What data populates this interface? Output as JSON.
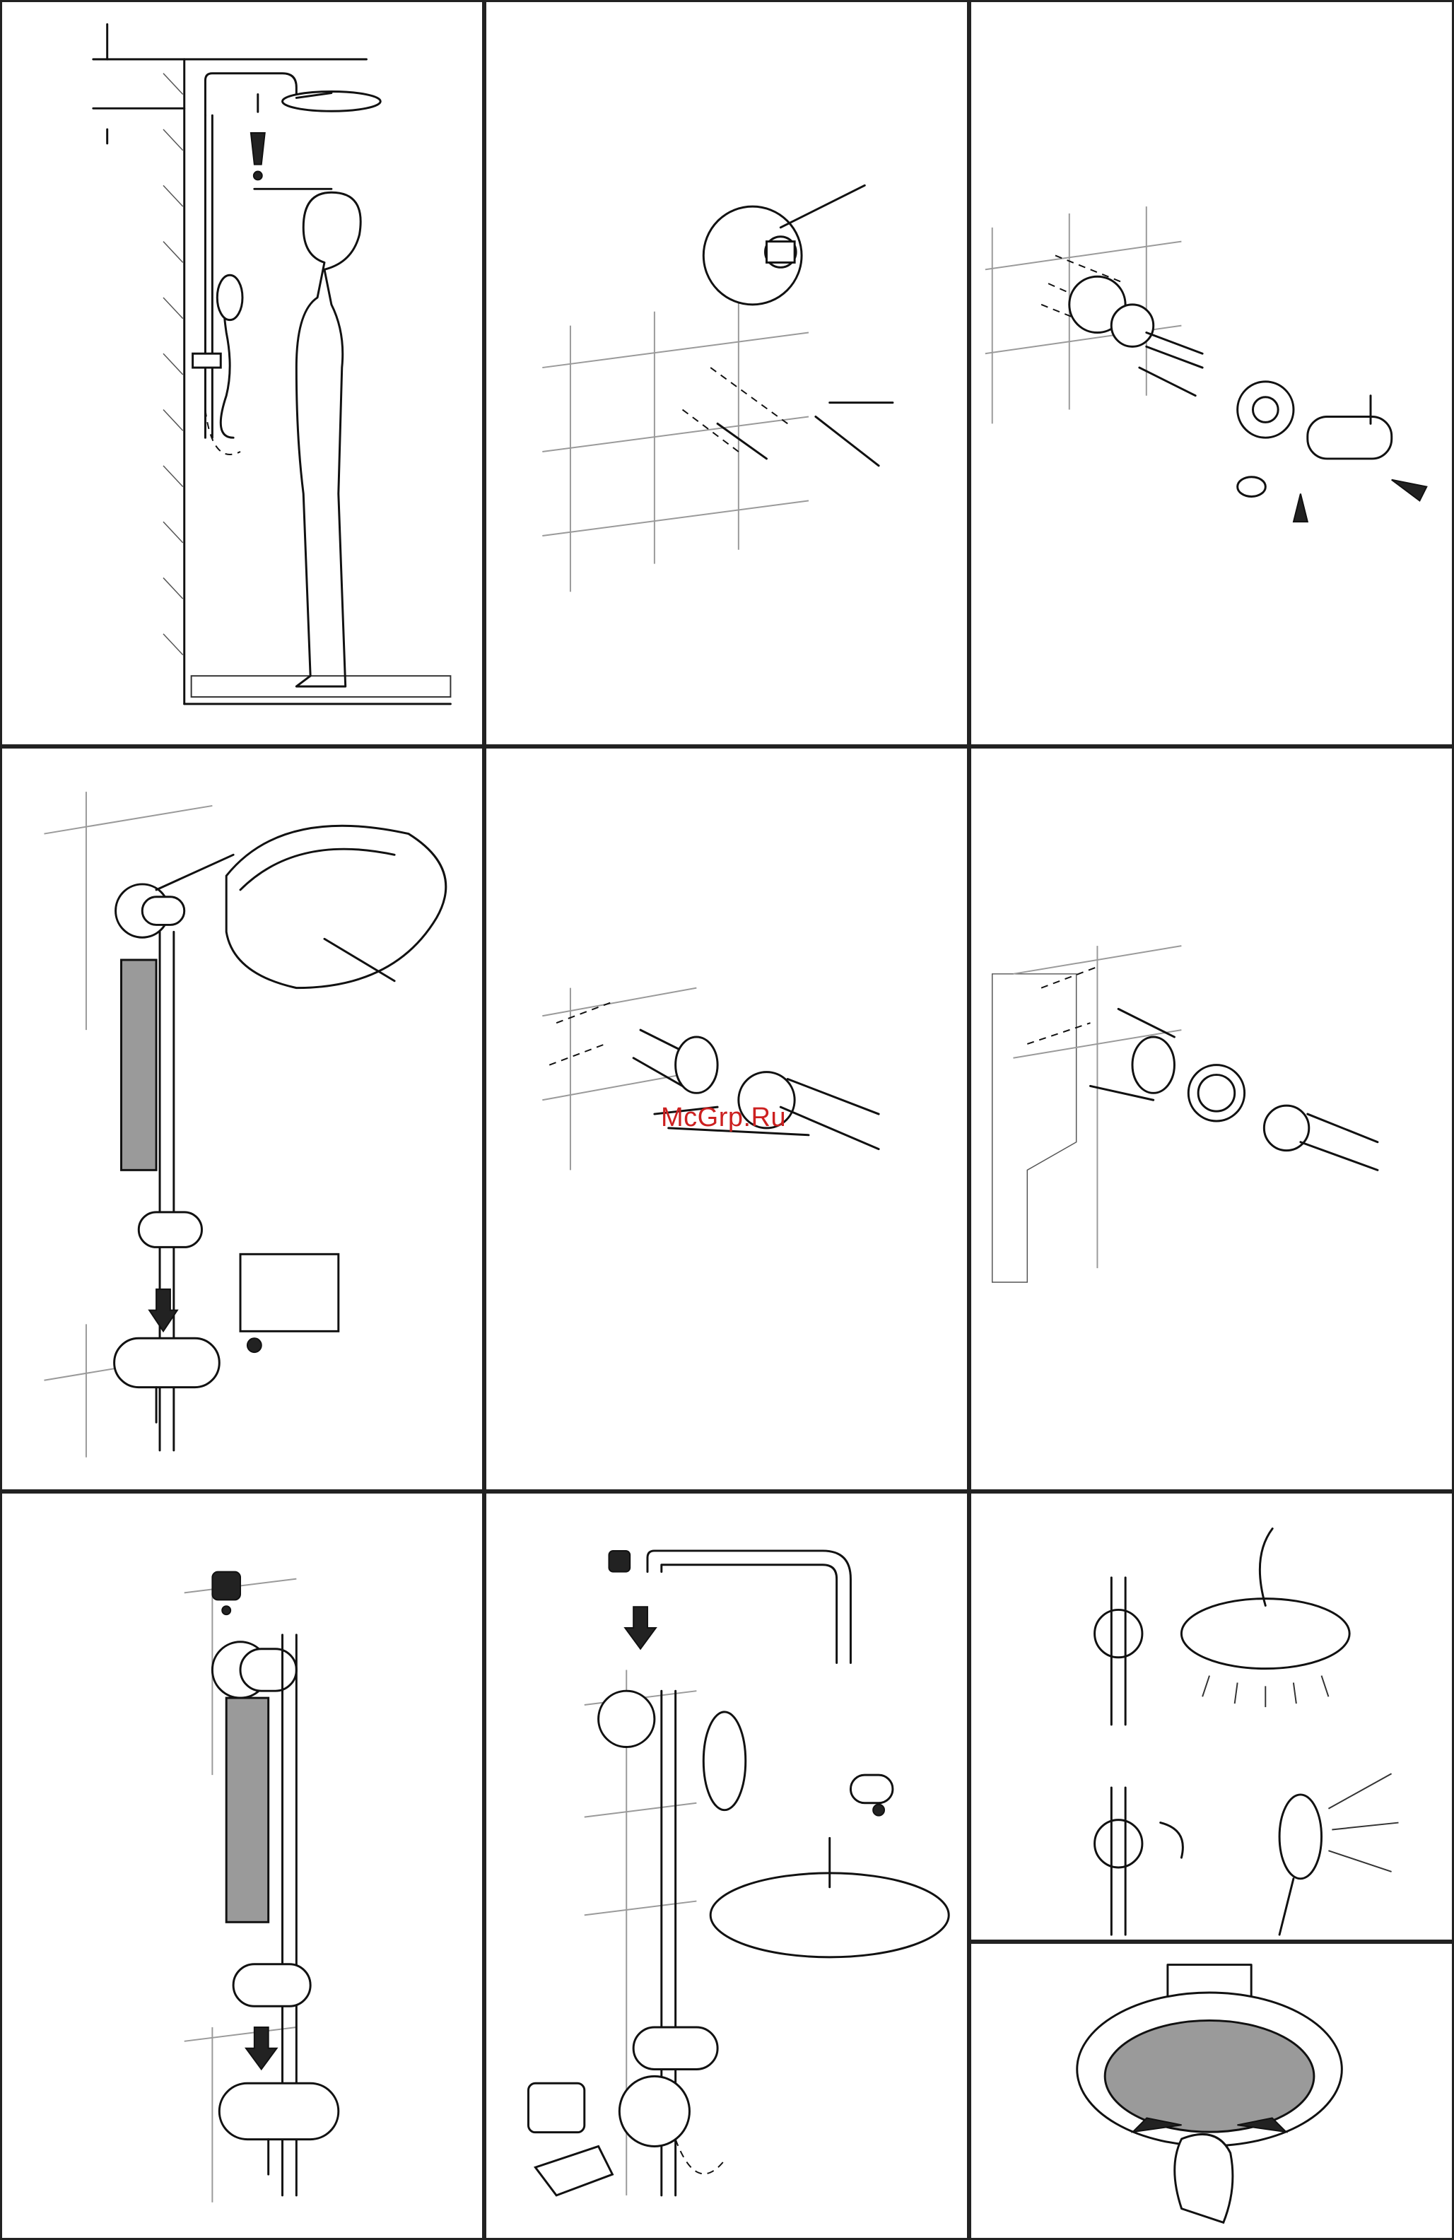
{
  "watermark": "McGrp.Ru",
  "colors": {
    "line": "#111111",
    "tile": "#9a9a9a",
    "metal_grey": "#9a9a9a",
    "watermark": "#cc2020"
  },
  "panels": [
    {
      "id": "p1",
      "step": "position-shower-height"
    },
    {
      "id": "p2",
      "step": "mark-and-drill-holes"
    },
    {
      "id": "p3",
      "step": "mount-wall-bracket-and-valve"
    },
    {
      "id": "p4",
      "step": "mark-slot-with-pencil"
    },
    {
      "id": "p5",
      "step": "drill-and-fix-upper-bracket"
    },
    {
      "id": "p6",
      "step": "fix-bracket-with-spacer"
    },
    {
      "id": "p7",
      "step": "assemble-rail"
    },
    {
      "id": "p8",
      "step": "attach-head-and-hoses"
    },
    {
      "id": "p9",
      "step": "switch-between-outlets"
    },
    {
      "id": "p10",
      "step": "clean-spray-nozzles"
    }
  ]
}
